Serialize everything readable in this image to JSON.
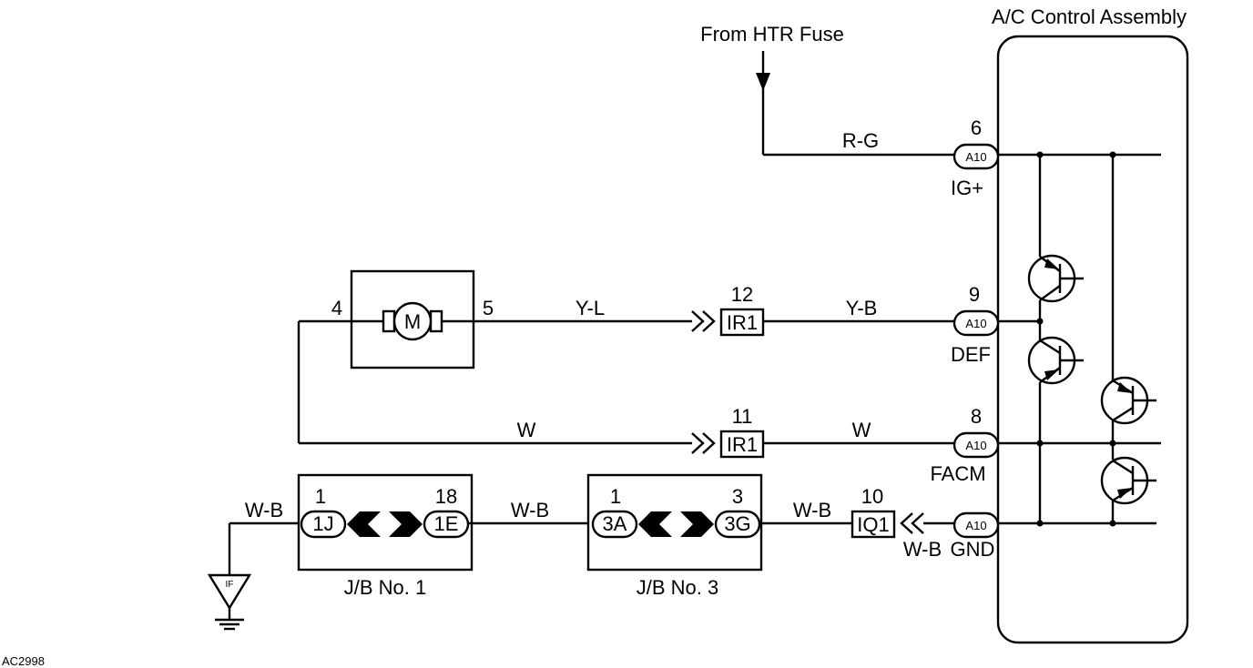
{
  "diagram": {
    "title": "A/C Control Assembly",
    "source": "From HTR Fuse",
    "figure_id": "AC2998",
    "wires": {
      "rg": "R-G",
      "yl": "Y-L",
      "yb": "Y-B",
      "w1": "W",
      "w2": "W",
      "wb_ground": "W-B",
      "wb_jb": "W-B",
      "wb_jb3": "W-B",
      "wb_gnd": "W-B"
    },
    "motor": {
      "symbol": "M",
      "pin_left": "4",
      "pin_right": "5"
    },
    "connectors": {
      "a10_6": {
        "code": "A10",
        "pin": "6",
        "terminal": "IG+"
      },
      "a10_9": {
        "code": "A10",
        "pin": "9",
        "terminal": "DEF"
      },
      "a10_8": {
        "code": "A10",
        "pin": "8",
        "terminal": "FACM"
      },
      "a10_10": {
        "code": "A10",
        "terminal": "GND"
      },
      "ir1_12": {
        "code": "IR1",
        "pin": "12"
      },
      "ir1_11": {
        "code": "IR1",
        "pin": "11"
      },
      "iq1_10": {
        "code": "IQ1",
        "pin": "10"
      }
    },
    "junction_blocks": {
      "jb1": {
        "label": "J/B No. 1",
        "left_code": "1J",
        "left_pin": "1",
        "right_code": "1E",
        "right_pin": "18"
      },
      "jb3": {
        "label": "J/B No. 3",
        "left_code": "3A",
        "left_pin": "1",
        "right_code": "3G",
        "right_pin": "3"
      }
    },
    "ground": {
      "code": "IF"
    }
  }
}
